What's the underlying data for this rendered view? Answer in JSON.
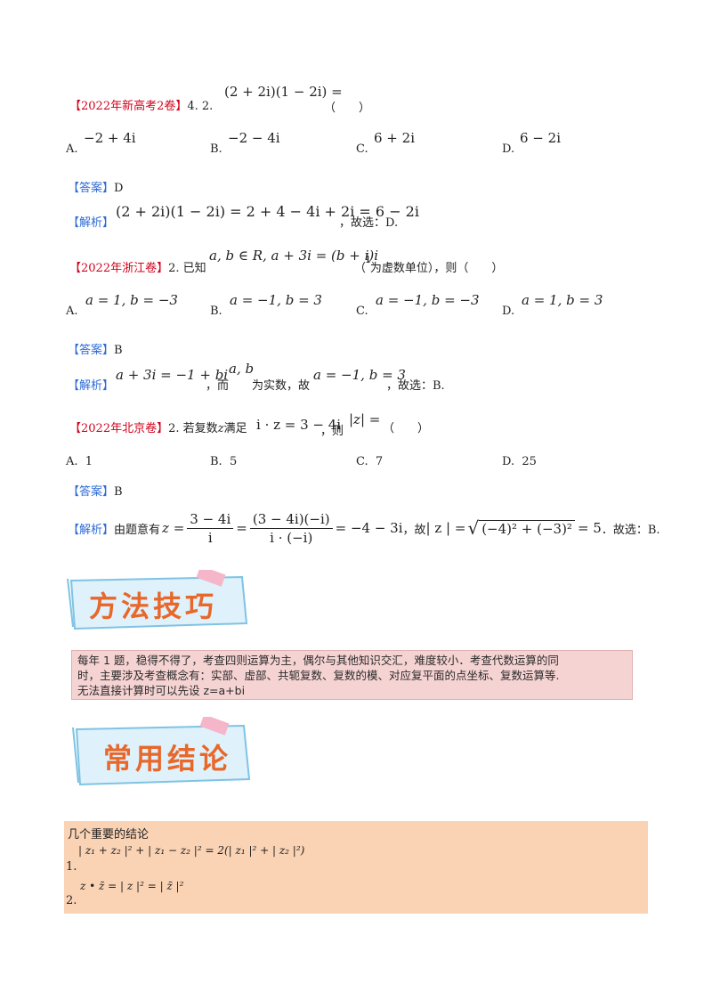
{
  "q1": {
    "source": "【2022年新高考2卷】",
    "num": "4. 2.",
    "expr": "(2 + 2i)(1 − 2i) =",
    "paren": "（　　）",
    "options": [
      {
        "label": "A.",
        "value": "−2 + 4i"
      },
      {
        "label": "B.",
        "value": "−2 − 4i"
      },
      {
        "label": "C.",
        "value": "6 + 2i"
      },
      {
        "label": "D.",
        "value": "6 − 2i"
      }
    ],
    "answer_tag": "【答案】",
    "answer": "D",
    "analysis_tag": "【解析】",
    "analysis_expr": "(2 + 2i)(1 − 2i) = 2 + 4 − 4i + 2i = 6 − 2i",
    "analysis_tail": "，故选：D."
  },
  "q2": {
    "source": "【2022年浙江卷】",
    "num": "2. 已知",
    "cond": "a, b ∈ R, a + 3i = (b + i)i",
    "note_pre": "（",
    "note_i": "i",
    "note_post": "为虚数单位），则（　　）",
    "options": [
      {
        "label": "A.",
        "value": "a = 1, b = −3"
      },
      {
        "label": "B.",
        "value": "a = −1, b = 3"
      },
      {
        "label": "C.",
        "value": "a = −1, b = −3"
      },
      {
        "label": "D.",
        "value": "a = 1, b = 3"
      }
    ],
    "answer_tag": "【答案】",
    "answer": "B",
    "analysis_tag": "【解析】",
    "a1": "a + 3i = −1 + bi",
    "a2": "，而",
    "a3": "a, b",
    "a4": "为实数，故",
    "a5": "a = −1, b = 3",
    "a6": "，故选：B."
  },
  "q3": {
    "source": "【2022年北京卷】",
    "num": "2. 若复数",
    "z": "z",
    "cond_text": "满足",
    "cond": "i · z = 3 − 4i",
    "then": "，则",
    "modz": "|z| =",
    "paren": "（　　）",
    "options": [
      {
        "label": "A.",
        "value": "1"
      },
      {
        "label": "B.",
        "value": "5"
      },
      {
        "label": "C.",
        "value": "7"
      },
      {
        "label": "D.",
        "value": "25"
      }
    ],
    "answer_tag": "【答案】",
    "answer": "B",
    "analysis_tag": "【解析】",
    "a_pre": "由题意有",
    "z_eq": "z =",
    "f1_num": "3 − 4i",
    "f1_den": "i",
    "f2_num": "(3 − 4i)(−i)",
    "f2_den": "i · (−i)",
    "eq_result": "= −4 − 3i",
    "mod_pre": "，故",
    "mod_expr": "| z | =",
    "sqrt_body": "(−4)² + (−3)²",
    "mod_result": "= 5",
    "tail": "．故选：B."
  },
  "banner1": {
    "title": "方法技巧"
  },
  "method_text": {
    "line1": "每年 1 题，稳得不得了，考查四则运算为主，偶尔与其他知识交汇，难度较小．考查代数运算的同",
    "line2": "时，主要涉及考查概念有：实部、虚部、共轭复数、复数的模、对应复平面的点坐标、复数运算等.",
    "line3": "无法直接计算时可以先设 z=a+bi"
  },
  "banner2": {
    "title": "常用结论"
  },
  "conclusions": {
    "heading": "几个重要的结论",
    "item1_num": "1.",
    "item1": "| z₁ + z₂ |² + | z₁ − z₂ |² = 2(| z₁ |² + | z₂ |²)",
    "item2_num": "2.",
    "item2": "z • z̄ = | z |² = | z̄ |²"
  },
  "colors": {
    "source_red": "#d0021b",
    "tag_blue": "#2e6bd6",
    "method_bg": "#f6d3d3",
    "concl_bg": "#fad2b4",
    "banner_text": "#e8672a"
  }
}
